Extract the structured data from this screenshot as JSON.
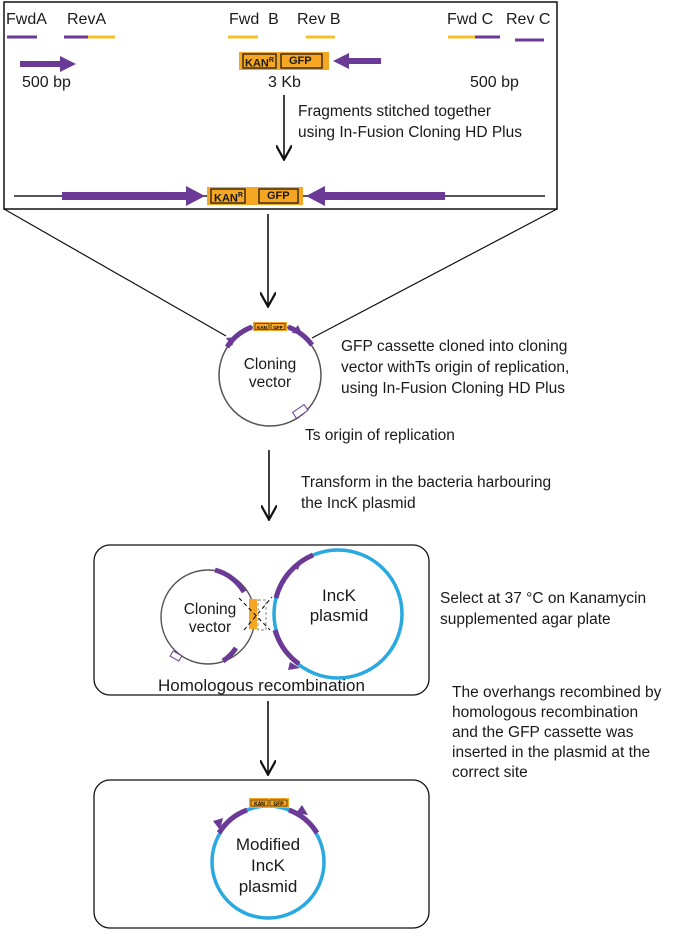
{
  "colors": {
    "purple": "#6a3a96",
    "orange": "#f5a623",
    "yellow": "#f6c02a",
    "blue": "#2aa8e0",
    "gray": "#555555",
    "line": "#111111"
  },
  "primers": {
    "fwd_a": "FwdA",
    "rev_a": "RevA",
    "fwd_b": "Fwd  B",
    "rev_b": "Rev B",
    "fwd_c": "Fwd C",
    "rev_c": "Rev C"
  },
  "fragment_sizes": {
    "a": "500 bp",
    "b": "3 Kb",
    "c": "500 bp"
  },
  "cassette": {
    "kan": "KAN",
    "kan_sup": "R",
    "gfp": "GFP"
  },
  "steps": {
    "stitch": "Fragments stitched together\nusing In-Fusion Cloning HD Plus",
    "clone": "GFP cassette cloned into cloning\nvector withTs origin of replication,\nusing In-Fusion Cloning HD Plus",
    "ts_origin": "Ts origin of replication",
    "transform": "Transform in the bacteria harbouring\nthe IncK plasmid",
    "select": "Select at 37 °C on Kanamycin\nsupplemented agar plate",
    "recombine_note": "The overhangs recombined by\nhomologous recombination\nand the GFP cassette was\ninserted in the plasmid at the\ncorrect site"
  },
  "labels": {
    "cloning_vector": "Cloning\nvector",
    "cloning_vector_2": "Cloning\nvector",
    "inck_plasmid": "IncK\nplasmid",
    "homologous_recombination": "Homologous recombination",
    "modified_plasmid": "Modified\nIncK\nplasmid"
  }
}
